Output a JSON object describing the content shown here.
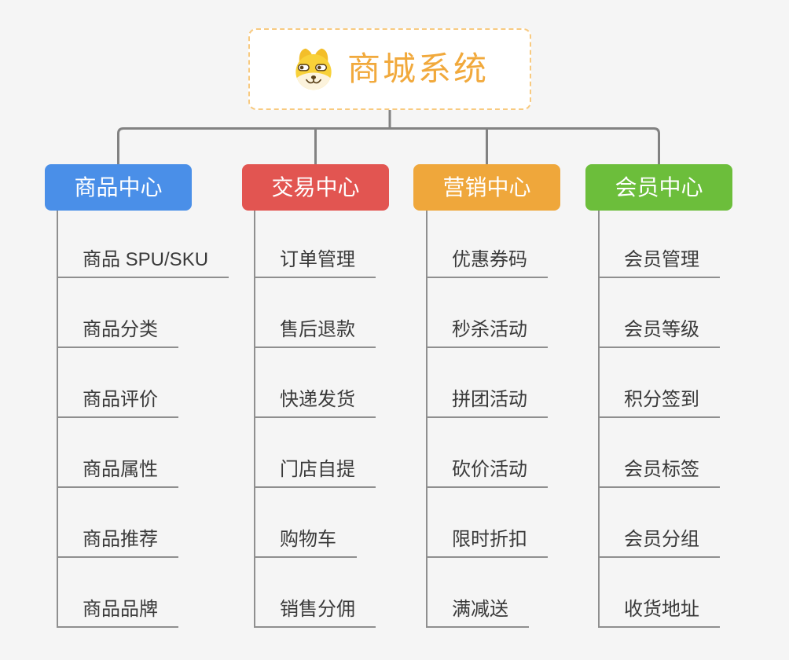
{
  "canvas": {
    "background": "#F5F5F5",
    "connector_color": "#828282",
    "underline_color": "#8F8F8F",
    "child_text_color": "#3A3A3A"
  },
  "root": {
    "label": "商城系统",
    "icon": "dog-face-icon",
    "text_color": "#F1A93C",
    "border_color": "#F8CA80",
    "background": "#FFFFFF"
  },
  "branches": [
    {
      "label": "商品中心",
      "color": "#4A8FE8",
      "children": [
        "商品 SPU/SKU",
        "商品分类",
        "商品评价",
        "商品属性",
        "商品推荐",
        "商品品牌"
      ]
    },
    {
      "label": "交易中心",
      "color": "#E25551",
      "children": [
        "订单管理",
        "售后退款",
        "快递发货",
        "门店自提",
        "购物车",
        "销售分佣"
      ]
    },
    {
      "label": "营销中心",
      "color": "#EFA73B",
      "children": [
        "优惠券码",
        "秒杀活动",
        "拼团活动",
        "砍价活动",
        "限时折扣",
        "满减送"
      ]
    },
    {
      "label": "会员中心",
      "color": "#6CBE3B",
      "children": [
        "会员管理",
        "会员等级",
        "积分签到",
        "会员标签",
        "会员分组",
        "收货地址"
      ]
    }
  ]
}
